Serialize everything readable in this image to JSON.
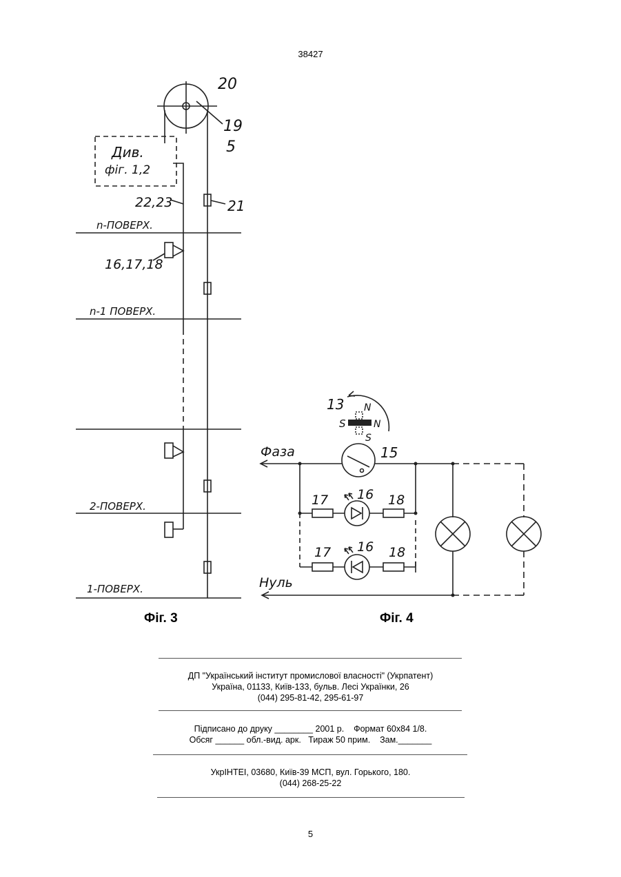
{
  "page": {
    "top_number": "38427",
    "bottom_number": "5"
  },
  "fig3": {
    "caption": "Фiг. 3",
    "labels": {
      "pulley": "20",
      "axle": "19",
      "cable": "5",
      "ref_box_line1": "Див.",
      "ref_box_line2": "фiг. 1,2",
      "wires": "22,23",
      "magnet": "21",
      "sensors": "16,17,18"
    },
    "floors": [
      "n-ПОВЕРХ.",
      "n-1 ПОВЕРХ.",
      "2-ПОВЕРХ.",
      "1-ПОВЕРХ."
    ]
  },
  "fig4": {
    "caption": "Фiг. 4",
    "labels": {
      "magnet": "13",
      "pole_n_top": "N",
      "pole_s_left": "S",
      "pole_n_right": "N",
      "pole_s_bottom": "S",
      "phase": "Фаза",
      "switch": "15",
      "neutral": "Нуль",
      "resistor_a1": "17",
      "led_a": "16",
      "resistor_a2": "18",
      "resistor_b1": "17",
      "led_b": "16",
      "resistor_b2": "18"
    }
  },
  "imprint": {
    "org_line1": "ДП \"Український інститут промислової власності\" (Укрпатент)",
    "org_line2": "Україна, 01133, Київ-133, бульв. Лесі Українки, 26",
    "org_line3": "(044) 295-81-42, 295-61-97",
    "print_line1": "Підписано до друку ________ 2001 р.    Формат 60х84 1/8.",
    "print_line2": "Обсяг ______ обл.-вид. арк.   Тираж 50 прим.    Зам._______",
    "press_line1": "УкрІНТЕІ, 03680, Київ-39 МСП, вул. Горького, 180.",
    "press_line2": "(044) 268-25-22"
  }
}
